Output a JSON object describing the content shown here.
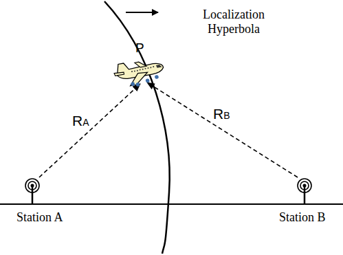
{
  "diagram": {
    "labels": [
      "Localization Hyperbola",
      "P",
      "RA",
      "RB",
      "Station A",
      "Station B"
    ]
  }
}
